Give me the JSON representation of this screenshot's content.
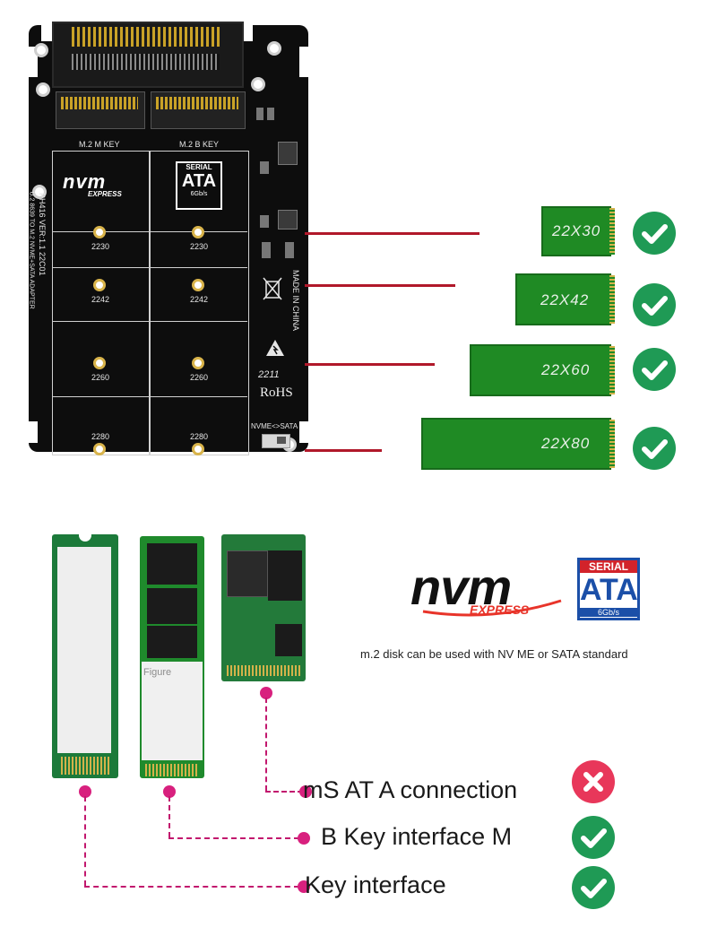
{
  "board": {
    "key_m_label": "M.2 M KEY",
    "key_b_label": "M.2 B KEY",
    "nvm_logo": "nvm",
    "nvm_sub": "EXPRESS",
    "sata_top": "SERIAL",
    "sata_mid": "ATA",
    "sata_bot": "6Gb/s",
    "side_text_1": "PH416  VER:1.1  22C01",
    "side_text_2": "U.2 8639 TO M.2 NVME+SATA ADAPTER",
    "made_in": "MADE IN CHINA",
    "rohs": "RoHS",
    "date_code": "2211",
    "switch_label": "NVME<>SATA",
    "lengths_left": [
      "2230",
      "2242",
      "2260",
      "2280"
    ],
    "lengths_right": [
      "2230",
      "2242",
      "2260",
      "2280"
    ]
  },
  "sizes": [
    {
      "label": "22X30",
      "supported": true
    },
    {
      "label": "22X42",
      "supported": true
    },
    {
      "label": "22X60",
      "supported": true
    },
    {
      "label": "22X80",
      "supported": true
    }
  ],
  "logos": {
    "nvm": "nvm",
    "express": "EXPRESS",
    "sata_top": "SERIAL",
    "sata_mid": "ATA",
    "sata_bot": "6Gb/s"
  },
  "caption": "m.2 disk can be used with NV ME or SATA standard",
  "figure_text": "Figure",
  "features": [
    {
      "label": "mS AT A connection",
      "supported": false
    },
    {
      "label": "B Key interface M",
      "supported": true
    },
    {
      "label": "Key interface",
      "supported": true
    }
  ],
  "colors": {
    "ok": "#1f9a55",
    "no": "#e8375a",
    "pcb": "#0d0d0d",
    "ssd_green": "#1f8a24",
    "lead_line": "#b0182a",
    "pointer": "#d8207e"
  }
}
